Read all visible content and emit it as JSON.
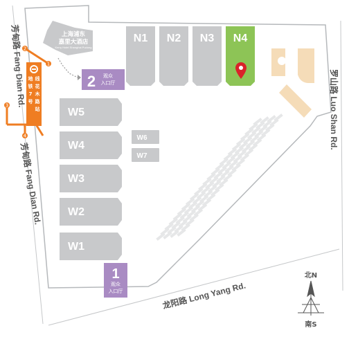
{
  "colors": {
    "hall_gray": "#c8c9cb",
    "hall_active": "#8dc456",
    "entrance_purple": "#a98bc3",
    "metro_orange": "#ef7d22",
    "pin_red": "#d9222a",
    "building_beige": "#f5dcb8",
    "site_border": "#b5b8bb",
    "road_line": "#c5c7c9",
    "text_gray": "#555555"
  },
  "halls_north": [
    {
      "label": "N1",
      "active": false
    },
    {
      "label": "N2",
      "active": false
    },
    {
      "label": "N3",
      "active": false
    },
    {
      "label": "N4",
      "active": true
    }
  ],
  "halls_west": [
    {
      "label": "W5"
    },
    {
      "label": "W4"
    },
    {
      "label": "W3"
    },
    {
      "label": "W2"
    },
    {
      "label": "W1"
    }
  ],
  "halls_small": [
    {
      "label": "W6"
    },
    {
      "label": "W7"
    }
  ],
  "entrances": [
    {
      "number": "2",
      "text": "观众\n入口厅"
    },
    {
      "number": "1",
      "text": "观众\n入口厅"
    }
  ],
  "hotel": {
    "name_line1": "上海浦东",
    "name_line2": "嘉里大酒店",
    "name_en": "Kerry Hotel Shanghai Pudong"
  },
  "metro": {
    "icon": "metro-logo-icon",
    "station_text": "地铁7号线花木路站",
    "exit_numbers": [
      "1",
      "2",
      "3",
      "4"
    ]
  },
  "roads": {
    "fang_dian_top": "芳甸路 Fang Dian Rd.",
    "fang_dian_bottom": "芳甸路 Fang Dian Rd.",
    "luo_shan": "罗山路 Luo Shan Rd.",
    "long_yang": "龙阳路 Long Yang Rd."
  },
  "compass": {
    "north": "北N",
    "south": "南S",
    "icon": "compass-arrow-icon"
  },
  "marker": {
    "icon": "location-pin-icon",
    "hall": "N4"
  }
}
